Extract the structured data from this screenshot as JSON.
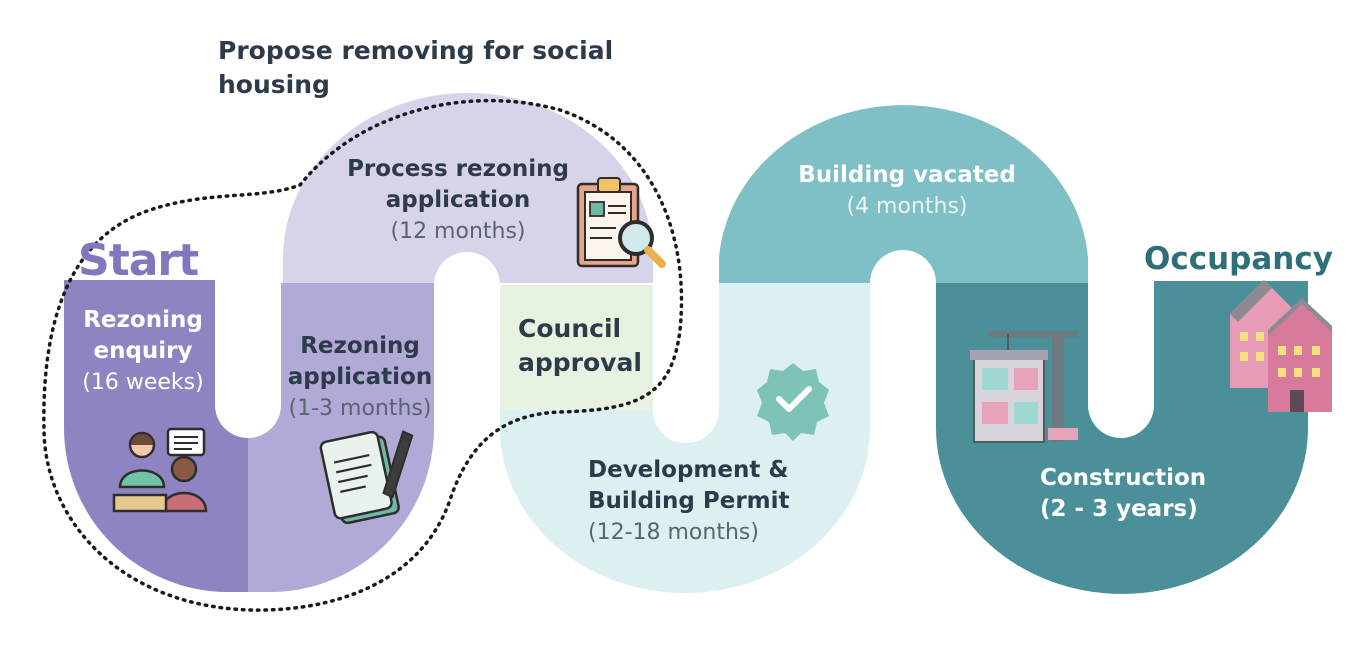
{
  "colors": {
    "step1": "#8e84c2",
    "step2": "#b1a9d6",
    "step3": "#d7d3e9",
    "step4": "#e7f2e0",
    "step5": "#dcf0f1",
    "step6": "#7fbfc6",
    "step7": "#4b8f99",
    "teal_dark": "#2e6f79",
    "purple_dark": "#8475bd",
    "text_dark": "#2c3a4a"
  },
  "bracket": {
    "title": "Propose removing for social housing"
  },
  "start": {
    "label": "Start"
  },
  "end": {
    "label": "Occupancy"
  },
  "steps": {
    "rezoning_enquiry": {
      "title_line1": "Rezoning",
      "title_line2": "enquiry",
      "duration": "(16 weeks)",
      "icon": "consultation-icon"
    },
    "rezoning_application": {
      "title_line1": "Rezoning",
      "title_line2": "application",
      "duration": "(1-3 months)",
      "icon": "document-pen-icon"
    },
    "process_rezoning": {
      "title_line1": "Process rezoning",
      "title_line2": "application",
      "duration": "(12 months)",
      "icon": "clipboard-search-icon"
    },
    "council_approval": {
      "title_line1": "Council",
      "title_line2": "approval"
    },
    "development_permit": {
      "title_line1": "Development &",
      "title_line2": "Building Permit",
      "duration": "(12-18 months)",
      "icon": "checkmark-badge-icon"
    },
    "building_vacated": {
      "title_line1": "Building vacated",
      "duration": "(4 months)"
    },
    "construction": {
      "title_line1": "Construction",
      "duration": "(2 - 3 years)",
      "icon": "crane-icon"
    }
  },
  "occupancy_icon": "apartment-building-icon"
}
